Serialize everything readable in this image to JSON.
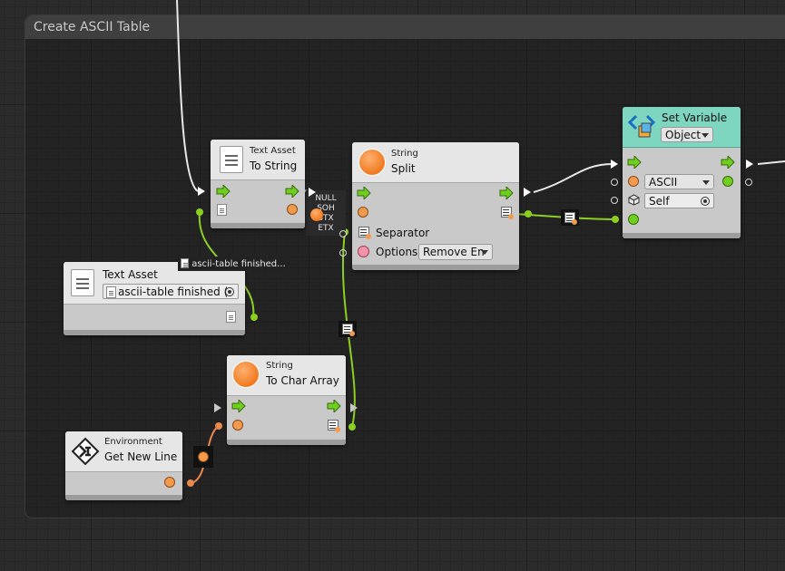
{
  "group": {
    "title": "Create ASCII Table"
  },
  "to_string_node": {
    "category": "Text Asset",
    "title": "To String"
  },
  "split_node": {
    "category": "String",
    "title": "Split",
    "separator_label": "Separator",
    "options_label": "Options",
    "options_value": "Remove En"
  },
  "set_variable_node": {
    "title": "Set Variable",
    "kind_value": "Object",
    "name_value": "ASCII",
    "target_value": "Self"
  },
  "text_asset_node": {
    "title": "Text Asset",
    "asset_value": "ascii-table finished ("
  },
  "to_char_array_node": {
    "category": "String",
    "title": "To Char Array"
  },
  "get_new_line_node": {
    "category": "Environment",
    "title": "Get New Line"
  },
  "value_preview": {
    "lines": [
      "NULL",
      "SOH",
      "STX",
      "ETX"
    ]
  },
  "asset_tooltip": "ascii-table finished...",
  "colors": {
    "header_teal": "#7fd6c0",
    "port_orange": "#f39a4f",
    "port_green": "#6fcf1f",
    "wire_green": "#8ccf1f",
    "wire_orange": "#e8884a"
  }
}
